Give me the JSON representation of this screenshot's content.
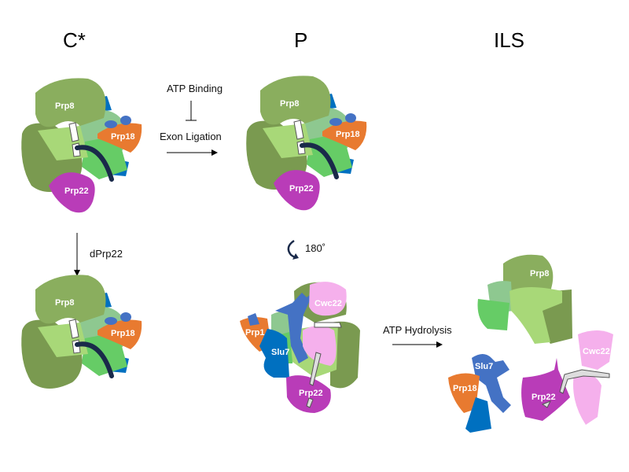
{
  "titles": {
    "c_star": "C*",
    "p": "P",
    "ils": "ILS"
  },
  "steps": {
    "atp_binding": "ATP Binding",
    "exon_ligation": "Exon Ligation",
    "dprp22": "dPrp22",
    "rotation": "180˚",
    "atp_hydrolysis": "ATP Hydrolysis"
  },
  "proteins": {
    "prp8": "Prp8",
    "prp18": "Prp18",
    "prp18_truncated": "Prp1",
    "prp22": "Prp22",
    "cwc22": "Cwc22",
    "slu7": "Slu7"
  },
  "colors": {
    "prp8": "#8aae5e",
    "olive": "#7a9a50",
    "light_green": "#a8d878",
    "green": "#66cc66",
    "mint": "#8ec890",
    "prp18": "#e87a30",
    "slu7": "#4472c4",
    "blue": "#0070c0",
    "prp22": "#b93cb8",
    "cwc22": "#f5b0ec",
    "rna": "#1a2a4a"
  }
}
